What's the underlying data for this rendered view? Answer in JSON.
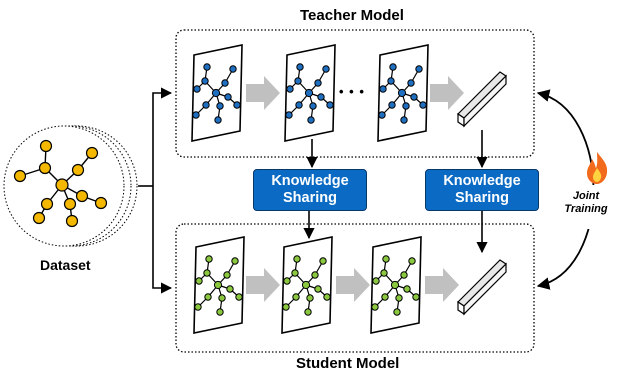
{
  "labels": {
    "teacher_model": "Teacher Model",
    "student_model": "Student Model",
    "dataset": "Dataset"
  },
  "knowledge_sharing": [
    {
      "line1": "Knowledge",
      "line2": "Sharing"
    },
    {
      "line1": "Knowledge",
      "line2": "Sharing"
    }
  ],
  "joint_training": {
    "line1": "Joint",
    "line2": "Training"
  },
  "ellipsis": "• • •",
  "icons": {
    "flame": "flame-icon"
  },
  "colors": {
    "teacher_node": "#1f6fc0",
    "student_node": "#8bc83f",
    "dataset_node": "#f5b800",
    "knowledge_box": "#0b6bc4",
    "flow_arrow": "#c0c0c0"
  }
}
